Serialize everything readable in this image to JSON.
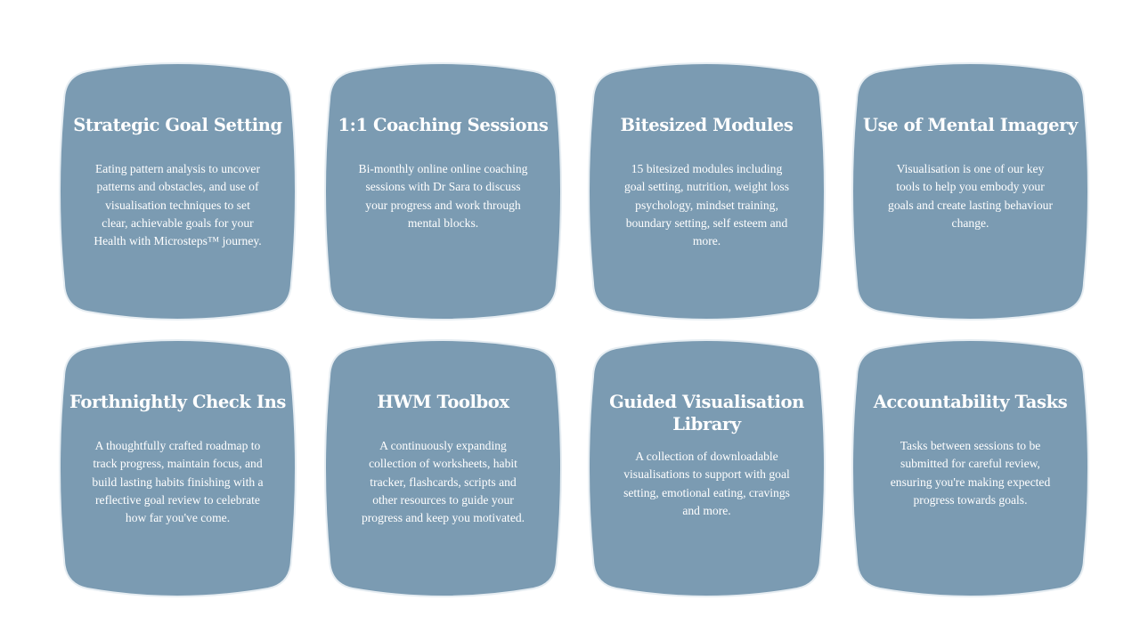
{
  "colors": {
    "card_fill": "#7b9bb2",
    "card_border": "#e6edf2",
    "text": "#ffffff",
    "background": "#ffffff"
  },
  "cards": [
    {
      "title": "Strategic Goal Setting",
      "description": "Eating pattern analysis to uncover patterns and obstacles, and use of visualisation techniques to set clear, achievable goals for your Health with Microsteps™ journey."
    },
    {
      "title": "1:1 Coaching Sessions",
      "description": "Bi-monthly online online coaching sessions with Dr Sara to discuss your progress and work through mental blocks."
    },
    {
      "title": "Bitesized Modules",
      "description": "15 bitesized modules including goal setting, nutrition, weight loss psychology, mindset training, boundary setting, self esteem and more."
    },
    {
      "title": "Use of Mental Imagery",
      "description": "Visualisation is one of our key tools to help you embody your goals and create lasting behaviour change."
    },
    {
      "title": "Forthnightly Check Ins",
      "description": "A thoughtfully crafted roadmap to track progress, maintain focus, and build lasting habits finishing with a reflective goal review to celebrate how far you've come."
    },
    {
      "title": "HWM Toolbox",
      "description": "A continuously expanding collection of worksheets, habit tracker, flashcards, scripts and other resources to guide your progress and keep you motivated."
    },
    {
      "title": "Guided Visualisation Library",
      "description": "A collection of downloadable visualisations to support with goal setting,  emotional eating, cravings and more."
    },
    {
      "title": "Accountability Tasks",
      "description": "Tasks between sessions to be submitted for careful review, ensuring you're making expected progress towards goals."
    }
  ]
}
